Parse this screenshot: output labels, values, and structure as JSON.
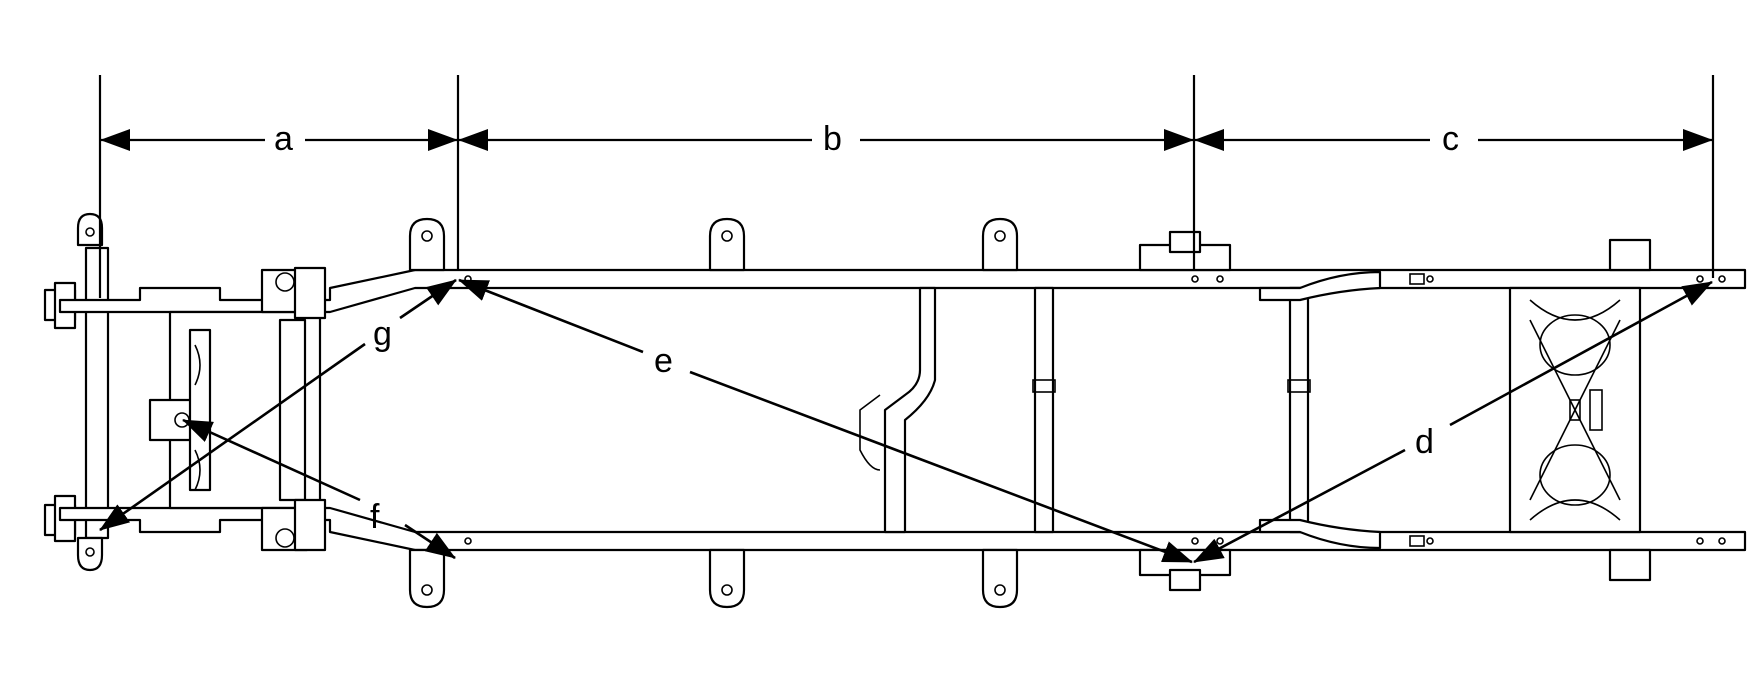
{
  "figure": {
    "labels": {
      "a": "a",
      "b": "b",
      "c": "c",
      "d": "d",
      "e": "e",
      "f": "f",
      "g": "g"
    },
    "colors": {
      "line": "#000000",
      "background": "#ffffff"
    }
  }
}
